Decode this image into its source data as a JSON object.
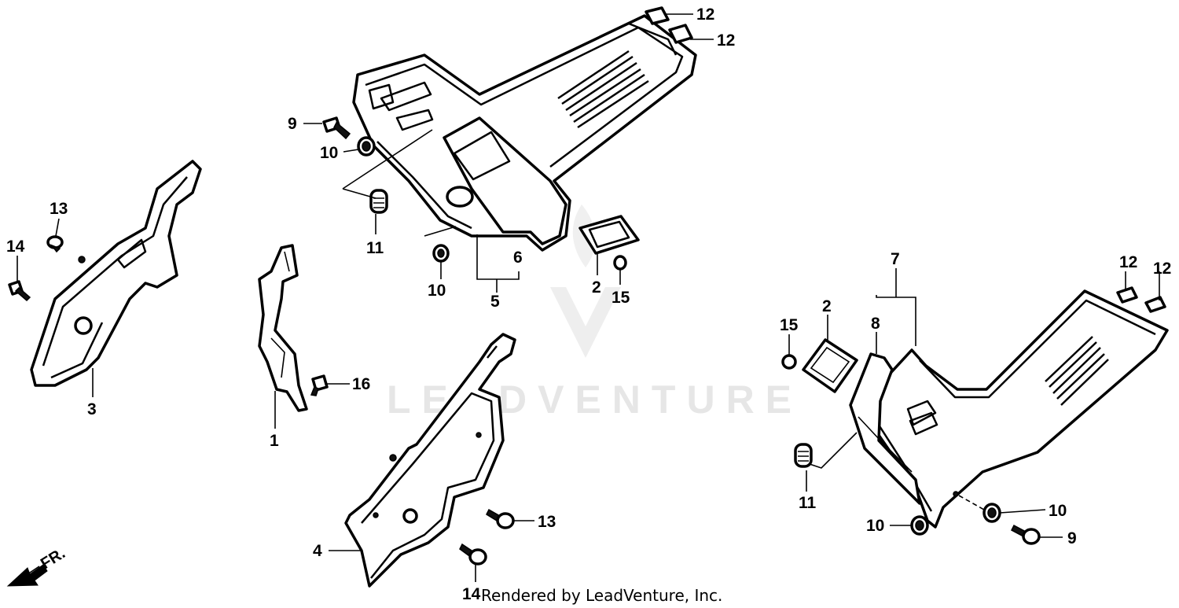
{
  "watermark": {
    "text": "LEADVENTURE"
  },
  "footer": {
    "text": "Rendered by LeadVenture, Inc."
  },
  "direction": {
    "label": "FR."
  },
  "callouts": {
    "c12a": "12",
    "c12b": "12",
    "c9a": "9",
    "c10a": "10",
    "c11a": "11",
    "c10b": "10",
    "c6": "6",
    "c5": "5",
    "c2a": "2",
    "c15a": "15",
    "c13a": "13",
    "c14a": "14",
    "c3": "3",
    "c1": "1",
    "c16": "16",
    "c4": "4",
    "c13b": "13",
    "c14b": "14",
    "c7": "7",
    "c8": "8",
    "c15b": "15",
    "c2b": "2",
    "c12c": "12",
    "c12d": "12",
    "c11b": "11",
    "c10c": "10",
    "c10d": "10",
    "c9b": "9"
  }
}
